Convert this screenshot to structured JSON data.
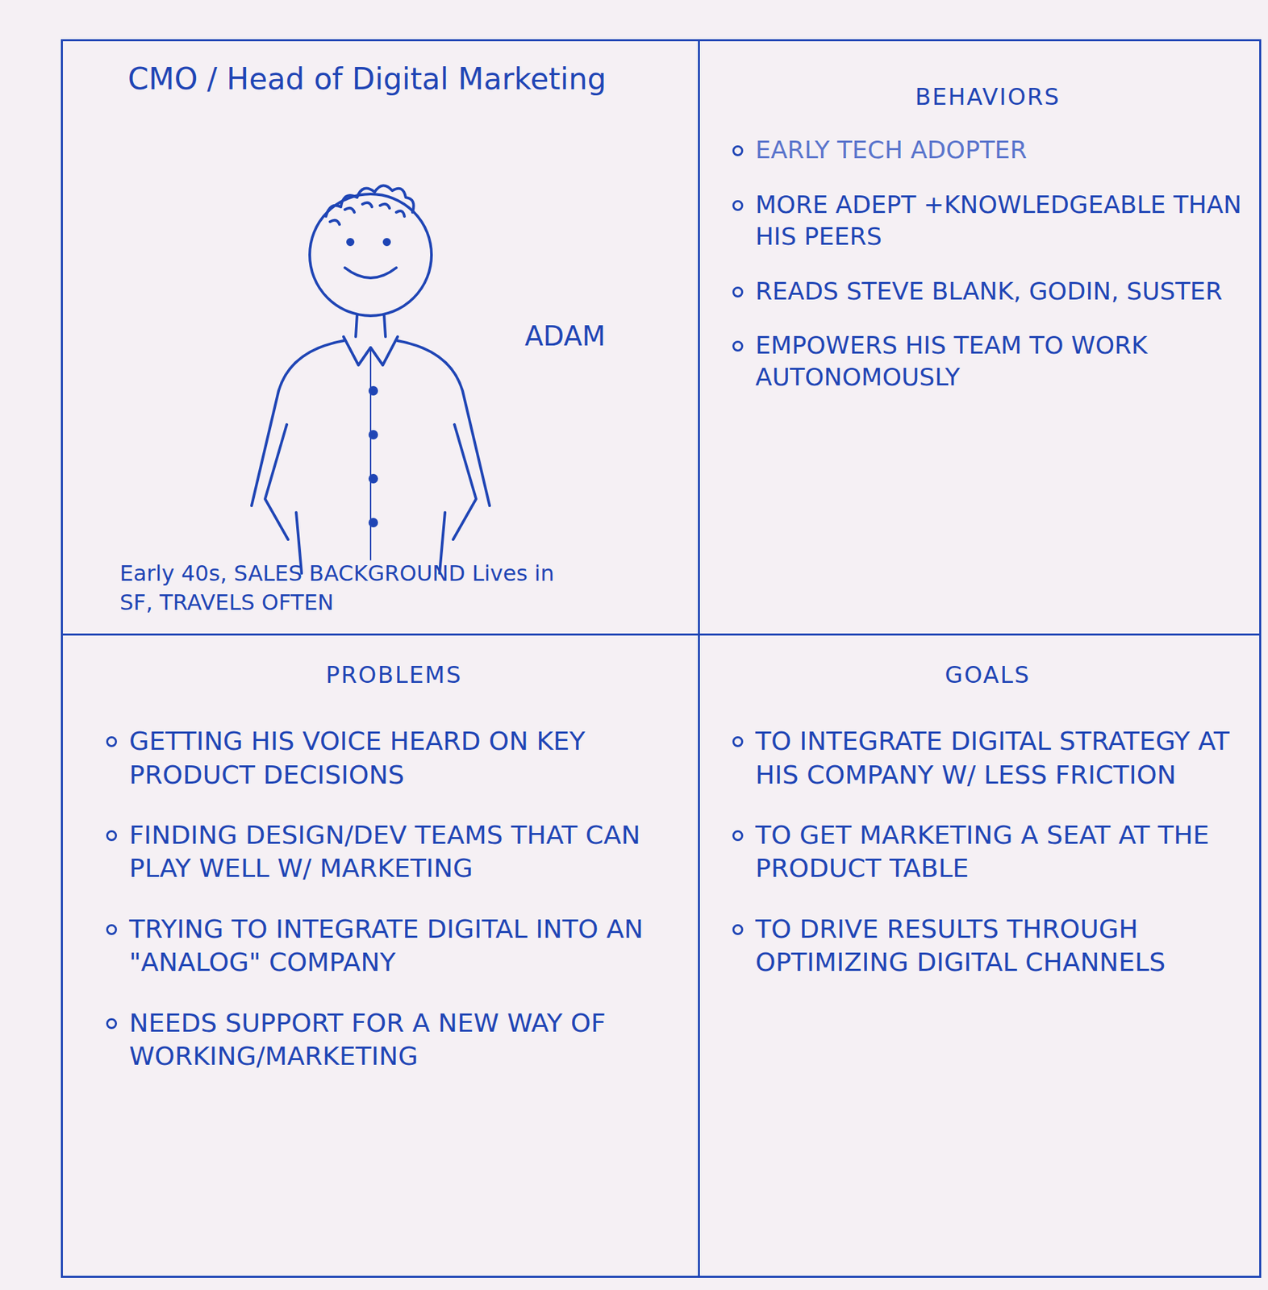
{
  "diagram": {
    "nodes": [
      {
        "text": [
          "CMO / Head of Digital Marketing",
          "ADAM",
          "Early 40s, SALES BACKGROUND Lives in SF, TRAVELS OFTEN"
        ]
      },
      {
        "text": [
          "BEHAVIORS",
          "EARLY TECH ADOPTER",
          "MORE ADEPT +KNOWLEDGEABLE THAN HIS PEERS",
          "READS STEVE BLANK, GODIN, SUSTER",
          "EMPOWERS HIS TEAM TO WORK AUTONOMOUSLY"
        ]
      },
      {
        "text": [
          "PROBLEMS",
          "GETTING HIS VOICE HEARD ON KEY PRODUCT DECISIONS",
          "FINDING DESIGN/DEV TEAMS THAT CAN PLAY WELL W/ MARKETING",
          "TRYING TO INTEGRATE DIGITAL INTO AN \"ANALOG\" COMPANY",
          "NEEDS SUPPORT FOR A NEW WAY OF WORKING/MARKETING"
        ]
      },
      {
        "text": [
          "GOALS",
          "TO INTEGRATE DIGITAL STRATEGY AT HIS COMPANY W/ LESS FRICTION",
          "TO GET MARKETING A SEAT AT THE PRODUCT TABLE",
          "TO DRIVE RESULTS THROUGH OPTIMIZING DIGITAL CHANNELS"
        ]
      }
    ]
  }
}
